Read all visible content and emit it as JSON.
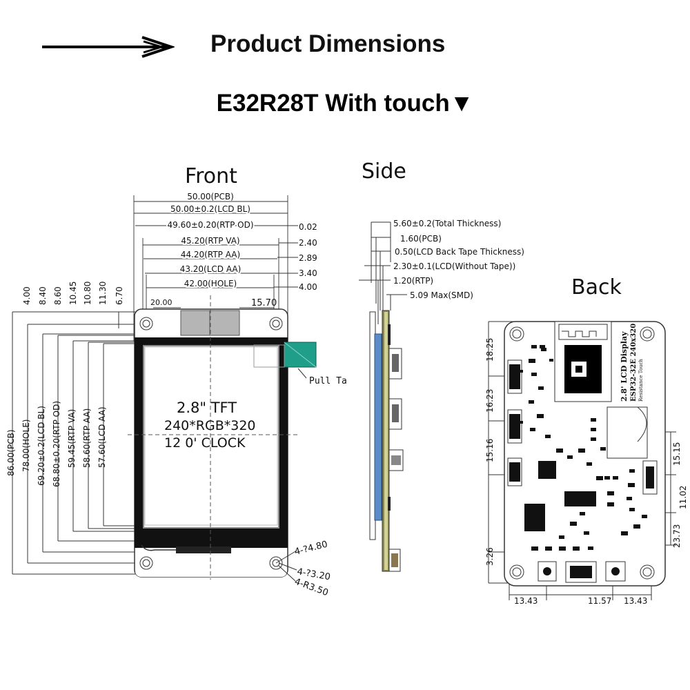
{
  "header": {
    "title": "Product Dimensions",
    "subtitle": "E32R28T With touch▼",
    "arrow_icon": "right-arrow-icon"
  },
  "front": {
    "label": "Front",
    "h_dims": [
      "50.00(PCB)",
      "50.00±0.2(LCD BL)",
      "49.60±0.20(RTP OD)",
      "45.20(RTP VA)",
      "44.20(RTP AA)",
      "43.20(LCD AA)",
      "42.00(HOLE)"
    ],
    "right_offsets": [
      "0.02",
      "2.40",
      "2.89",
      "3.40",
      "4.00"
    ],
    "top_offsets": [
      "4.00",
      "8.40",
      "8.60",
      "10.45",
      "10.80",
      "11.30",
      "6.70"
    ],
    "v_dims": [
      "86.00(PCB)",
      "78.00(HOLE)",
      "69.20±0.2(LCD BL)",
      "68.80±0.20(RTP OD)",
      "59.45(RTP VA)",
      "58.60(RTP AA)",
      "57.60(LCD AA)"
    ],
    "connector_left": "20.00",
    "connector_right": "15.70",
    "screen_lines": [
      "2.8\" TFT",
      "240*RGB*320",
      "12 0' CLOCK"
    ],
    "pull_tab": "Pull Ta",
    "holes": [
      "4-?4.80",
      "4-?3.20",
      "4-R3.50"
    ]
  },
  "side": {
    "label": "Side",
    "dims": [
      "5.60±0.2(Total Thickness)",
      "1.60(PCB)",
      "0.50(LCD Back Tape Thickness)",
      "2.30±0.1(LCD(Without Tape))",
      "1.20(RTP)",
      "5.09 Max(SMD)"
    ]
  },
  "back": {
    "label": "Back",
    "left_dims": [
      "18.25",
      "16.23",
      "15.16",
      "3.26"
    ],
    "right_dims": [
      "15.15",
      "11.02",
      "23.73"
    ],
    "bottom_dims": [
      "13.43",
      "11.57",
      "13.43"
    ],
    "silk_title": "2.8' LCD Display",
    "silk_model": "ESP32-32E 240x320",
    "silk_touch": "Resistance Touch"
  },
  "colors": {
    "pcb_outline": "#333333",
    "lcd_black": "#111111",
    "pull_tab": "#1f9e8a",
    "side_blue": "#5b8cc8",
    "side_pcb": "#8a8a50",
    "connector_gray": "#b5b5b5"
  }
}
